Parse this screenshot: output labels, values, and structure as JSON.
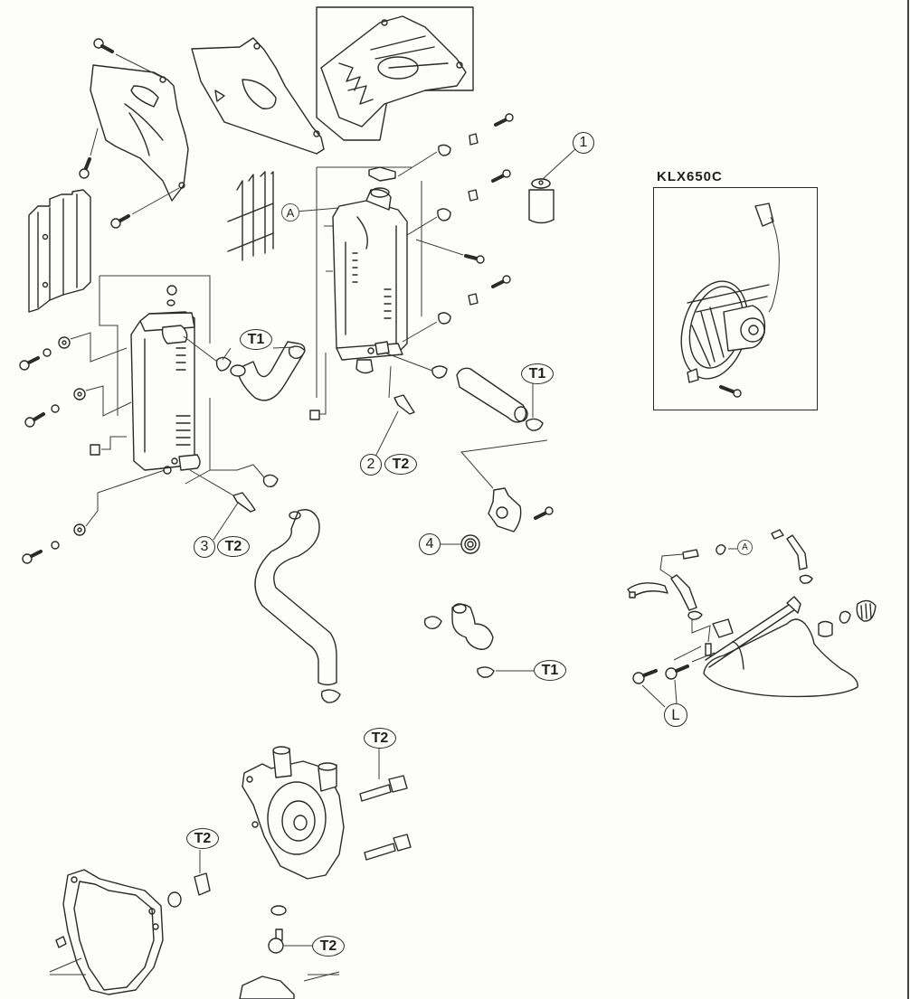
{
  "diagram": {
    "type": "exploded-parts-diagram",
    "subject": "radiator cooling system",
    "inset": {
      "title": "KLX650C",
      "content": "radiator fan assembly with connector and mounting bolt"
    },
    "callouts": {
      "item_1": "1",
      "item_2": "2",
      "item_3": "3",
      "item_4": "4",
      "torque_t1": "T1",
      "torque_t2": "T2",
      "ref_a": "A",
      "lock_l": "L"
    },
    "labels": [
      {
        "id": "c1",
        "text": "1",
        "kind": "item",
        "target": "reserve tank cap / fitting"
      },
      {
        "id": "c2",
        "text": "2",
        "kind": "item",
        "target": "temperature sensor (right radiator)"
      },
      {
        "id": "c2t",
        "text": "T2",
        "kind": "torque"
      },
      {
        "id": "c3",
        "text": "3",
        "kind": "item",
        "target": "temperature sensor (left radiator)"
      },
      {
        "id": "c3t",
        "text": "T2",
        "kind": "torque"
      },
      {
        "id": "c4",
        "text": "4",
        "kind": "item",
        "target": "thermostat"
      },
      {
        "id": "t1a",
        "text": "T1",
        "kind": "torque",
        "target": "hose clamps (upper hose)"
      },
      {
        "id": "t1b",
        "text": "T1",
        "kind": "torque",
        "target": "hose clamp (right hose)"
      },
      {
        "id": "t1c",
        "text": "T1",
        "kind": "torque",
        "target": "hose clamp (lower hose)"
      },
      {
        "id": "t2a",
        "text": "T2",
        "kind": "torque",
        "target": "water pump cover bolt"
      },
      {
        "id": "t2b",
        "text": "T2",
        "kind": "torque",
        "target": "impeller nut"
      },
      {
        "id": "t2c",
        "text": "T2",
        "kind": "torque",
        "target": "drain bolt"
      },
      {
        "id": "refA",
        "text": "A",
        "kind": "reference",
        "target": "radiator cap area"
      },
      {
        "id": "refA2",
        "text": "A",
        "kind": "reference",
        "target": "reserve tank hose"
      },
      {
        "id": "lockL",
        "text": "L",
        "kind": "locking-agent",
        "target": "reserve tank bolts"
      }
    ],
    "parts": [
      "radiator shroud (left)",
      "radiator shroud (right)",
      "shroud decal",
      "radiator guard (left)",
      "radiator louver (right)",
      "left radiator",
      "right radiator",
      "grommets",
      "collars",
      "bolts",
      "clip nuts",
      "upper radiator hose",
      "right radiator hose",
      "lower long hose",
      "water pump elbow hose",
      "thermostat housing",
      "thermostat",
      "reserve tank",
      "reserve tank cap",
      "reserve tank hoses",
      "band",
      "water pump cover",
      "gasket",
      "impeller",
      "dowel pin"
    ],
    "colors": {
      "ink": "#2a2a2a",
      "paper": "#fdfdfb"
    }
  }
}
